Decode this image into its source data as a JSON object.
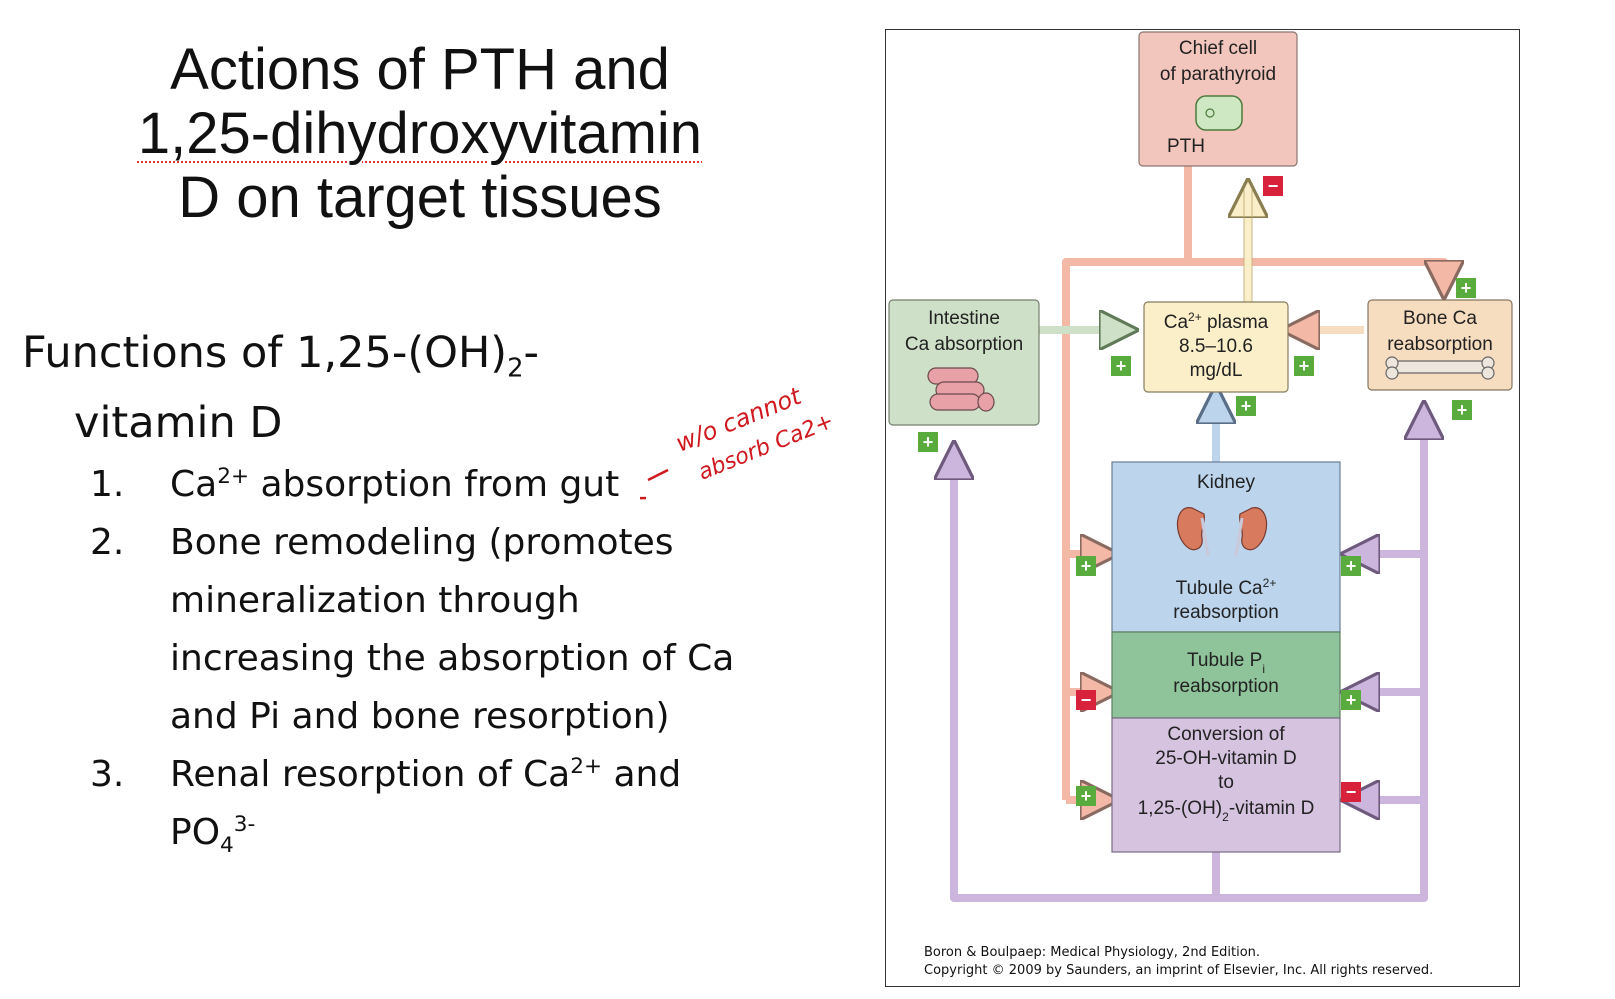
{
  "slide": {
    "title_line1": "Actions of PTH and",
    "title_line2": "1,25-dihydroxyvitamin",
    "title_line3": "D on target tissues",
    "heading_line1_pre": "Functions of 1,25-(OH)",
    "heading_line1_sub": "2",
    "heading_line1_post": "-",
    "heading_line2": "vitamin D",
    "items": [
      {
        "num": "1.",
        "pre": "Ca",
        "sup": "2+",
        "post": " absorption from gut"
      },
      {
        "num": "2.",
        "text": "Bone remodeling (promotes mineralization through increasing the absorption of Ca and Pi and bone resorption)"
      },
      {
        "num": "3.",
        "pre": "Renal resorption of Ca",
        "sup": "2+",
        "mid": " and",
        "pre2": "PO",
        "sub2": "4",
        "sup2": "3-"
      }
    ],
    "handwriting_line1": "w/o cannot",
    "handwriting_line2": "absorb Ca2+",
    "colors": {
      "ink_red": "#d0191e"
    }
  },
  "figure": {
    "chief_cell_line1": "Chief cell",
    "chief_cell_line2": "of parathyroid",
    "pth_label": "PTH",
    "intestine_line1": "Intestine",
    "intestine_line2": "Ca absorption",
    "plasma_line1_pre": "Ca",
    "plasma_line1_sup": "2+",
    "plasma_line1_post": " plasma",
    "plasma_line2": "8.5–10.6",
    "plasma_line3": "mg/dL",
    "bone_line1": "Bone Ca",
    "bone_line2": "reabsorption",
    "kidney_label": "Kidney",
    "tubule_ca_line1_pre": "Tubule Ca",
    "tubule_ca_line1_sup": "2+",
    "tubule_ca_line2": "reabsorption",
    "tubule_pi_line1_pre": "Tubule P",
    "tubule_pi_line1_sub": "i",
    "tubule_pi_line2": "reabsorption",
    "conversion_line1": "Conversion of",
    "conversion_line2": "25-OH-vitamin D",
    "conversion_line3": "to",
    "conversion_line4_pre": "1,25-(OH)",
    "conversion_line4_sub": "2",
    "conversion_line4_post": "-vitamin D",
    "plus_sign": "+",
    "minus_sign": "−",
    "caption_line1": "Boron & Boulpaep: Medical Physiology, 2nd Edition.",
    "caption_line2": "Copyright © 2009 by Saunders, an imprint of Elsevier, Inc. All rights reserved.",
    "colors": {
      "chief_fill": "#f2c6bc",
      "intestine_fill": "#cfe0c8",
      "plasma_fill": "#fbefc9",
      "bone_fill": "#f7ddc0",
      "kidney_fill": "#bcd4ec",
      "tubule_pi_fill": "#8fc49a",
      "conversion_fill": "#d6c3e0",
      "pth_arrow": "#f4b8a6",
      "vitd_arrow": "#cdb6dd",
      "plus_green": "#5aab3e",
      "minus_red": "#d8213a"
    }
  }
}
